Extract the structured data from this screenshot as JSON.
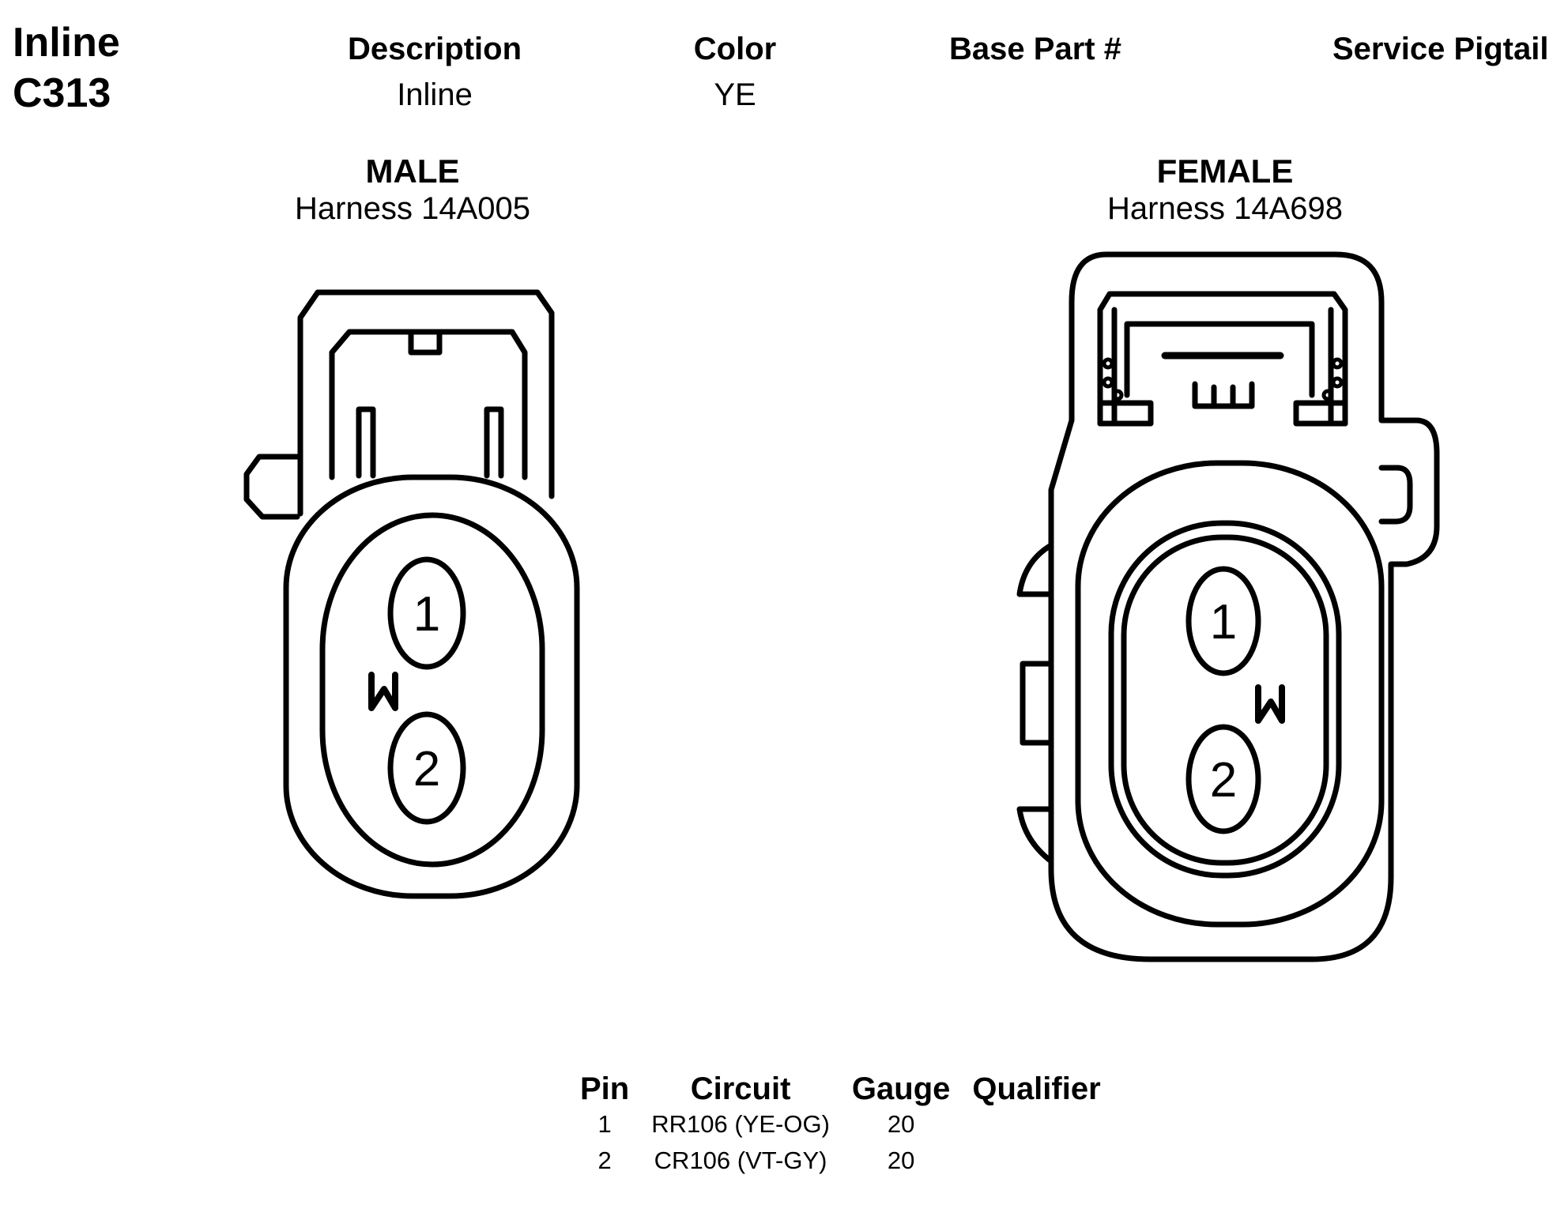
{
  "connector": {
    "title_line1": "Inline",
    "title_line2": "C313"
  },
  "header": {
    "description_label": "Description",
    "description_value": "Inline",
    "color_label": "Color",
    "color_value": "YE",
    "base_part_label": "Base Part #",
    "base_part_value": "",
    "service_pigtail_label": "Service Pigtail",
    "service_pigtail_value": ""
  },
  "male": {
    "title": "MALE",
    "harness": "Harness 14A005",
    "pins": [
      "1",
      "2"
    ],
    "key_glyph": "W"
  },
  "female": {
    "title": "FEMALE",
    "harness": "Harness 14A698",
    "pins": [
      "1",
      "2"
    ],
    "key_glyph": "W"
  },
  "pin_table": {
    "columns": [
      "Pin",
      "Circuit",
      "Gauge",
      "Qualifier"
    ],
    "rows": [
      {
        "pin": "1",
        "circuit": "RR106 (YE-OG)",
        "gauge": "20",
        "qualifier": ""
      },
      {
        "pin": "2",
        "circuit": "CR106 (VT-GY)",
        "gauge": "20",
        "qualifier": ""
      }
    ]
  }
}
